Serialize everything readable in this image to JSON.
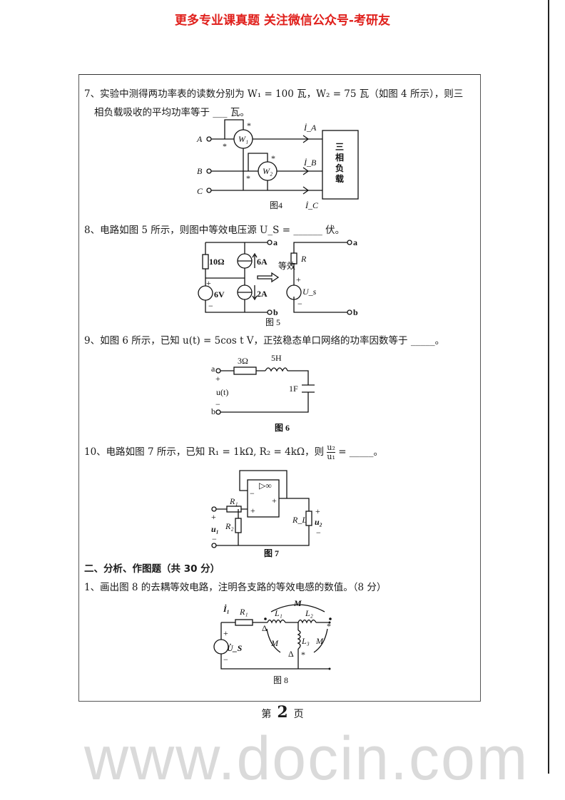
{
  "header": "更多专业课真题 关注微信公众号-考研友",
  "watermark": "www.docin.com",
  "q7": {
    "line1": "7、实验中测得两功率表的读数分别为 W₁ = 100 瓦，W₂ = 75 瓦（如图 4 所示），则三",
    "line2": "相负载吸收的平均功率等于 ___ 瓦。",
    "fig": {
      "A": "A",
      "B": "B",
      "C": "C",
      "W1": "W₁",
      "W2": "W₂",
      "IA": "İ_A",
      "IB": "İ_B",
      "IC": "İ_C",
      "load": [
        "三",
        "相",
        "负",
        "载"
      ],
      "star": "*",
      "caption": "图4"
    }
  },
  "q8": {
    "text": "8、电路如图 5 所示，则图中等效电压源 U_S = ______ 伏。",
    "fig": {
      "r": "10Ω",
      "i1": "6A",
      "v": "6V",
      "i2": "2A",
      "arrow": "等效",
      "R": "R",
      "Us": "U_s",
      "a": "a",
      "b": "b",
      "plus": "+",
      "minus": "−",
      "caption": "图 5"
    }
  },
  "q9": {
    "text": "9、如图 6 所示，已知 u(t) = 5cos t V，正弦稳态单口网络的功率因数等于 _____。",
    "fig": {
      "r": "3Ω",
      "l": "5H",
      "c": "1F",
      "u": "u(t)",
      "a": "a",
      "b": "b",
      "plus": "+",
      "minus": "−",
      "caption": "图 6"
    }
  },
  "q10": {
    "text": "10、电路如图 7 所示，已知 R₁ = 1kΩ, R₂ = 4kΩ，则",
    "frac_num": "u₂",
    "frac_den": "u₁",
    "tail": "= _____。",
    "fig": {
      "R1": "R₁",
      "R2": "R₂",
      "RL": "R_L",
      "u1": "u₁",
      "u2": "u₂",
      "inf": "▷∞",
      "plus": "+",
      "minus": "−",
      "caption": "图 7"
    }
  },
  "section2": {
    "title": "二、分析、作图题（共 30 分）",
    "q1": "1、画出图 8 的去耦等效电路，注明各支路的等效电感的数值。（8 分）",
    "fig": {
      "I1": "İ₁",
      "R1": "R₁",
      "L1": "L₁",
      "L2": "L₂",
      "L3": "L₃",
      "M": "M",
      "Us": "U̇_S",
      "plus": "+",
      "minus": "−",
      "tri": "Δ",
      "star": "*",
      "caption": "图 8"
    }
  },
  "footer": {
    "pre": "第",
    "num": "2",
    "post": "页"
  }
}
